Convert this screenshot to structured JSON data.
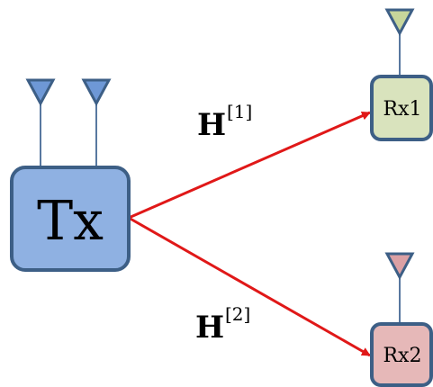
{
  "nodes": {
    "tx": {
      "label": "Tx",
      "fill": "#8fb1e2",
      "stroke": "#3d5f86"
    },
    "rx1": {
      "label": "Rx1",
      "fill": "#d9e3bd",
      "stroke": "#3d5f86"
    },
    "rx2": {
      "label": "Rx2",
      "fill": "#e6b8b8",
      "stroke": "#3d5f86"
    }
  },
  "antennas": {
    "tx_color": "#6e98d6",
    "rx1_color": "#c7d69b",
    "rx2_color": "#dba0a4"
  },
  "links": {
    "color": "#e01818",
    "h1": {
      "symbol": "H",
      "index": "[1]"
    },
    "h2": {
      "symbol": "H",
      "index": "[2]"
    }
  }
}
